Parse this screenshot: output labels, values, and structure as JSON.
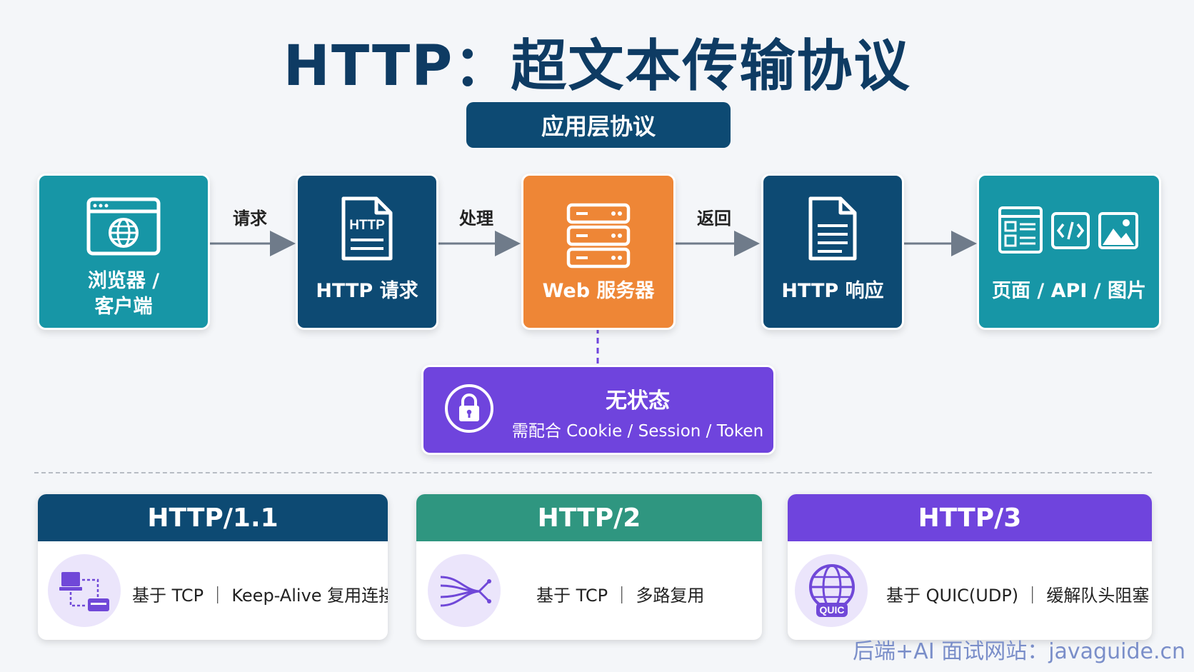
{
  "title": "HTTP：超文本传输协议",
  "layer": "应用层协议",
  "nodes": {
    "client": {
      "line1": "浏览器 /",
      "line2": "客户端"
    },
    "request": "HTTP 请求",
    "server": "Web 服务器",
    "response": "HTTP 响应",
    "resource": "页面 / API / 图片"
  },
  "arrows": {
    "a1": "请求",
    "a2": "处理",
    "a3": "返回"
  },
  "stateless": {
    "title": "无状态",
    "subtitle": "需配合 Cookie / Session / Token"
  },
  "versions": [
    {
      "name": "HTTP/1.1",
      "desc": "基于 TCP  ｜ Keep-Alive 复用连接",
      "color": "#0d4a73"
    },
    {
      "name": "HTTP/2",
      "desc": "基于 TCP  ｜ 多路复用",
      "color": "#2f9680"
    },
    {
      "name": "HTTP/3",
      "desc": "基于 QUIC(UDP)  ｜ 缓解队头阻塞",
      "color": "#6f44dd",
      "badge": "QUIC"
    }
  ],
  "colors": {
    "teal": "#1796a6",
    "navy": "#0d4a73",
    "orange": "#ee8636",
    "purple": "#6f44dd",
    "green": "#2f9680"
  },
  "footer": "后端+AI 面试网站：javaguide.cn"
}
